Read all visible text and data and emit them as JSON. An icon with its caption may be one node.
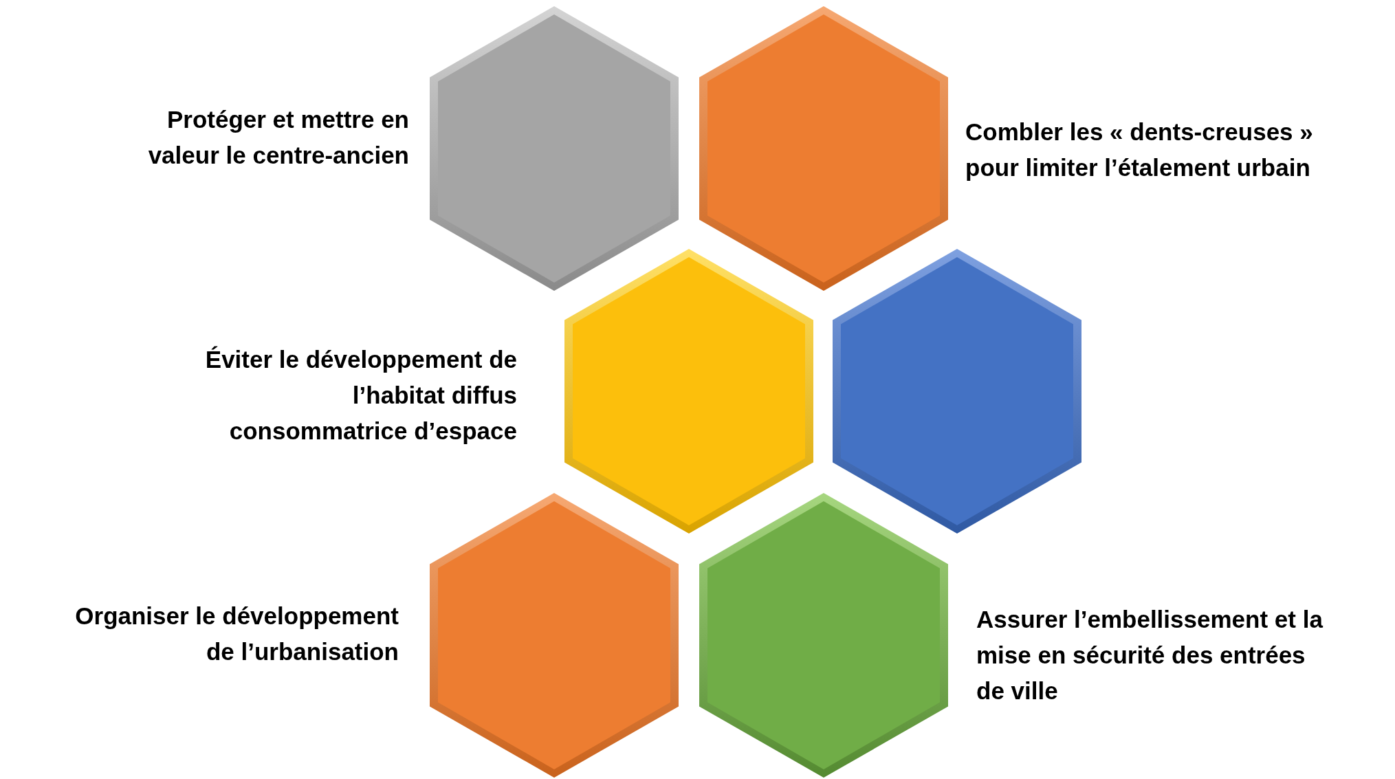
{
  "diagram": {
    "nodes": [
      {
        "text": [
          "Protéger et mettre en valeur le centre-ancien"
        ]
      },
      {
        "text": [
          "Combler les « dents-creuses » pour limiter l’étalement urbain"
        ]
      },
      {
        "text": [
          "Éviter le développement de l’habitat diffus consommatrice d’espace"
        ]
      },
      {
        "text": [],
        "shape": "hexagon"
      },
      {
        "text": [
          "Organiser le développement de l’urbanisation"
        ]
      },
      {
        "text": [
          "Assurer l’embellissement et la mise en sécurité des entrées de ville"
        ]
      }
    ]
  }
}
